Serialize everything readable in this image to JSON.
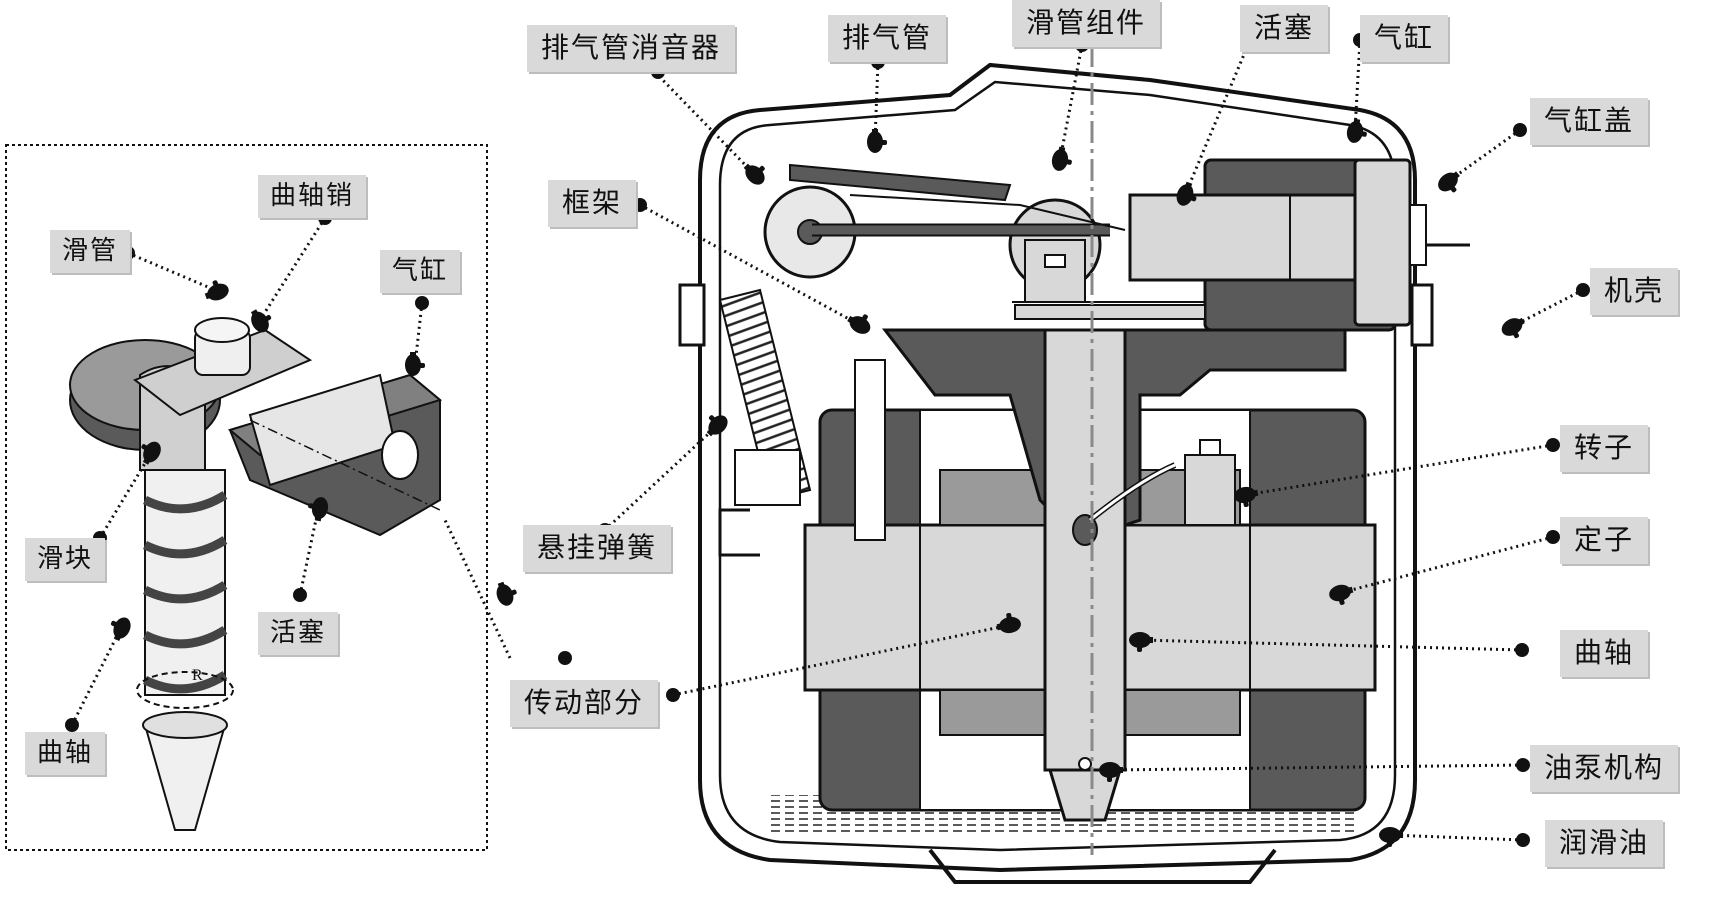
{
  "left_panel": {
    "labels": {
      "slide_tube": "滑管",
      "crank_pin": "曲轴销",
      "cylinder": "气缸",
      "slider": "滑块",
      "piston": "活塞",
      "crankshaft": "曲轴",
      "rotation_mark": "R"
    }
  },
  "right_panel": {
    "labels": {
      "exhaust_muffler": "排气管消音器",
      "exhaust_pipe": "排气管",
      "slide_tube_assembly": "滑管组件",
      "piston": "活塞",
      "cylinder": "气缸",
      "cylinder_head": "气缸盖",
      "frame": "框架",
      "housing": "机壳",
      "suspension_spring": "悬挂弹簧",
      "rotor": "转子",
      "stator": "定子",
      "transmission": "传动部分",
      "crankshaft": "曲轴",
      "oil_pump": "油泵机构",
      "lubricating_oil": "润滑油"
    }
  },
  "colors": {
    "dark_part": "#5a5a5a",
    "mid_part": "#9a9a9a",
    "light_part": "#d8d8d8",
    "label_bg": "#d9d9d9",
    "line": "#111111"
  }
}
